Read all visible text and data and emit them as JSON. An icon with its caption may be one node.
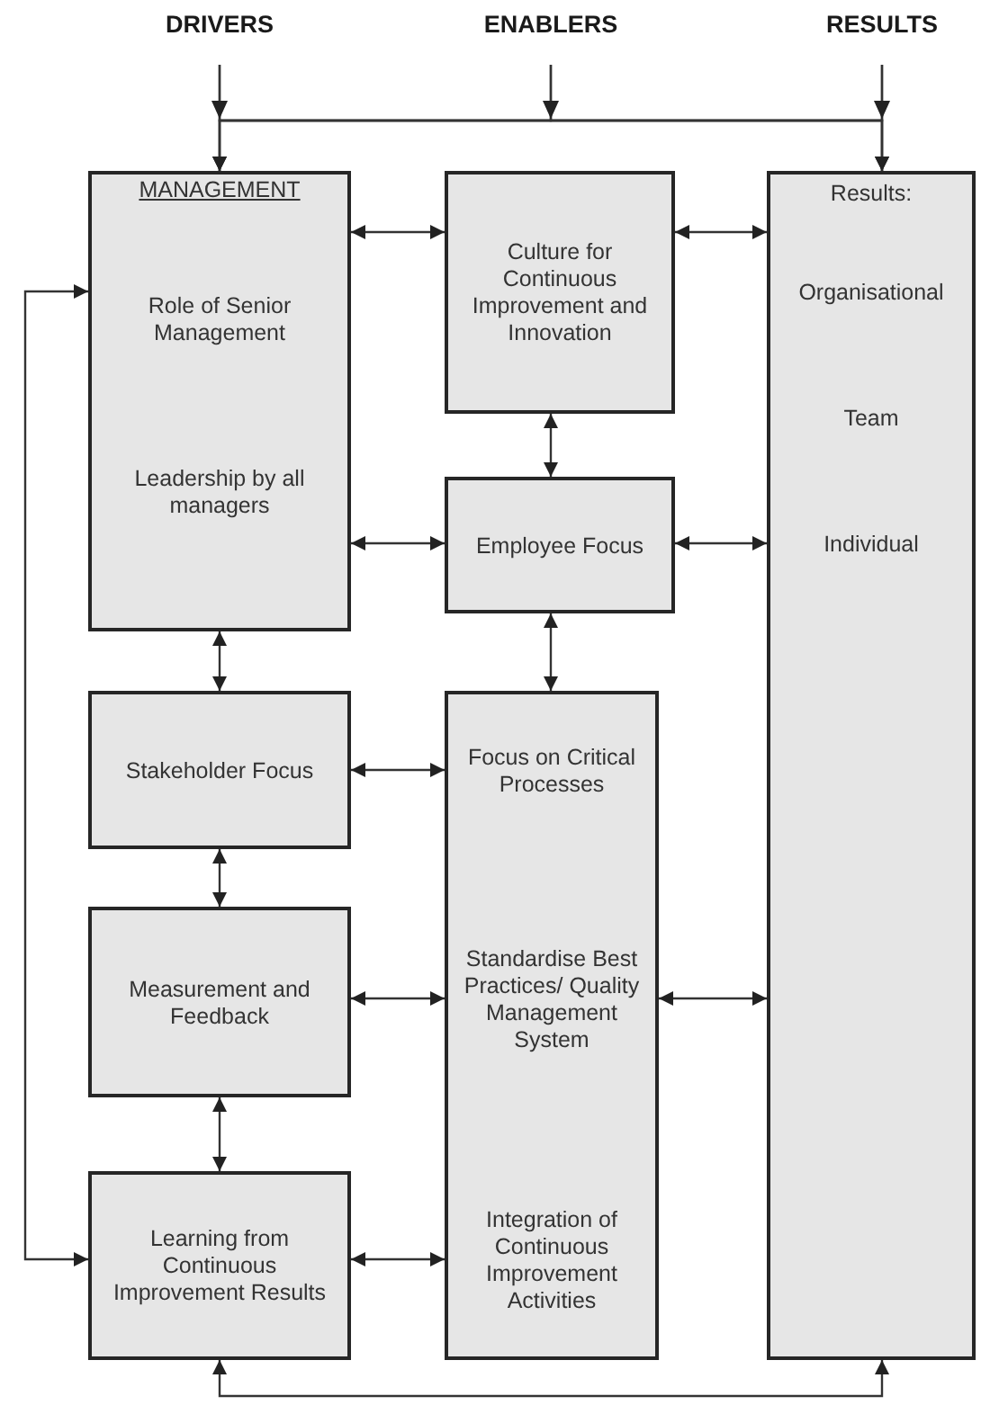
{
  "diagram": {
    "nodes": [
      {
        "text": [
          "DRIVERS"
        ]
      },
      {
        "text": [
          "ENABLERS"
        ]
      },
      {
        "text": [
          "RESULTS"
        ]
      },
      {
        "text": [
          "MANAGEMENT",
          "Role of Senior Management",
          "Leadership by all managers"
        ]
      },
      {
        "text": [
          "Culture for Continuous Improvement and Innovation"
        ]
      },
      {
        "text": [
          "Employee Focus"
        ]
      },
      {
        "text": [
          "Results:",
          "Organisational",
          "Team",
          "Individual"
        ]
      },
      {
        "text": [
          "Stakeholder Focus"
        ]
      },
      {
        "text": [
          "Focus on Critical Processes",
          "Standardise Best Practices/ Quality Management System",
          "Integration of Continuous Improvement Activities"
        ]
      },
      {
        "text": [
          "Measurement and Feedback"
        ]
      },
      {
        "text": [
          "Learning from Continuous Improvement Results"
        ]
      }
    ],
    "edges": [
      {
        "from": 0,
        "to": 3,
        "arrow": "to"
      },
      {
        "from": 0,
        "to": 6,
        "arrow": "to"
      },
      {
        "from": 1,
        "to": 3,
        "arrow": "to"
      },
      {
        "from": 1,
        "to": 6,
        "arrow": "to"
      },
      {
        "from": 2,
        "to": 3,
        "arrow": "to"
      },
      {
        "from": 2,
        "to": 6,
        "arrow": "to"
      },
      {
        "from": 3,
        "to": 4,
        "arrow": "both"
      },
      {
        "from": 4,
        "to": 6,
        "arrow": "both"
      },
      {
        "from": 3,
        "to": 5,
        "arrow": "both"
      },
      {
        "from": 5,
        "to": 6,
        "arrow": "both"
      },
      {
        "from": 4,
        "to": 5,
        "arrow": "both"
      },
      {
        "from": 3,
        "to": 7,
        "arrow": "both"
      },
      {
        "from": 5,
        "to": 8,
        "arrow": "both"
      },
      {
        "from": 7,
        "to": 8,
        "arrow": "both"
      },
      {
        "from": 7,
        "to": 9,
        "arrow": "both"
      },
      {
        "from": 9,
        "to": 8,
        "arrow": "both"
      },
      {
        "from": 8,
        "to": 6,
        "arrow": "both"
      },
      {
        "from": 9,
        "to": 10,
        "arrow": "both"
      },
      {
        "from": 10,
        "to": 8,
        "arrow": "both"
      },
      {
        "from": 10,
        "to": 3,
        "arrow": "both"
      },
      {
        "from": 10,
        "to": 6,
        "arrow": "both"
      }
    ]
  }
}
